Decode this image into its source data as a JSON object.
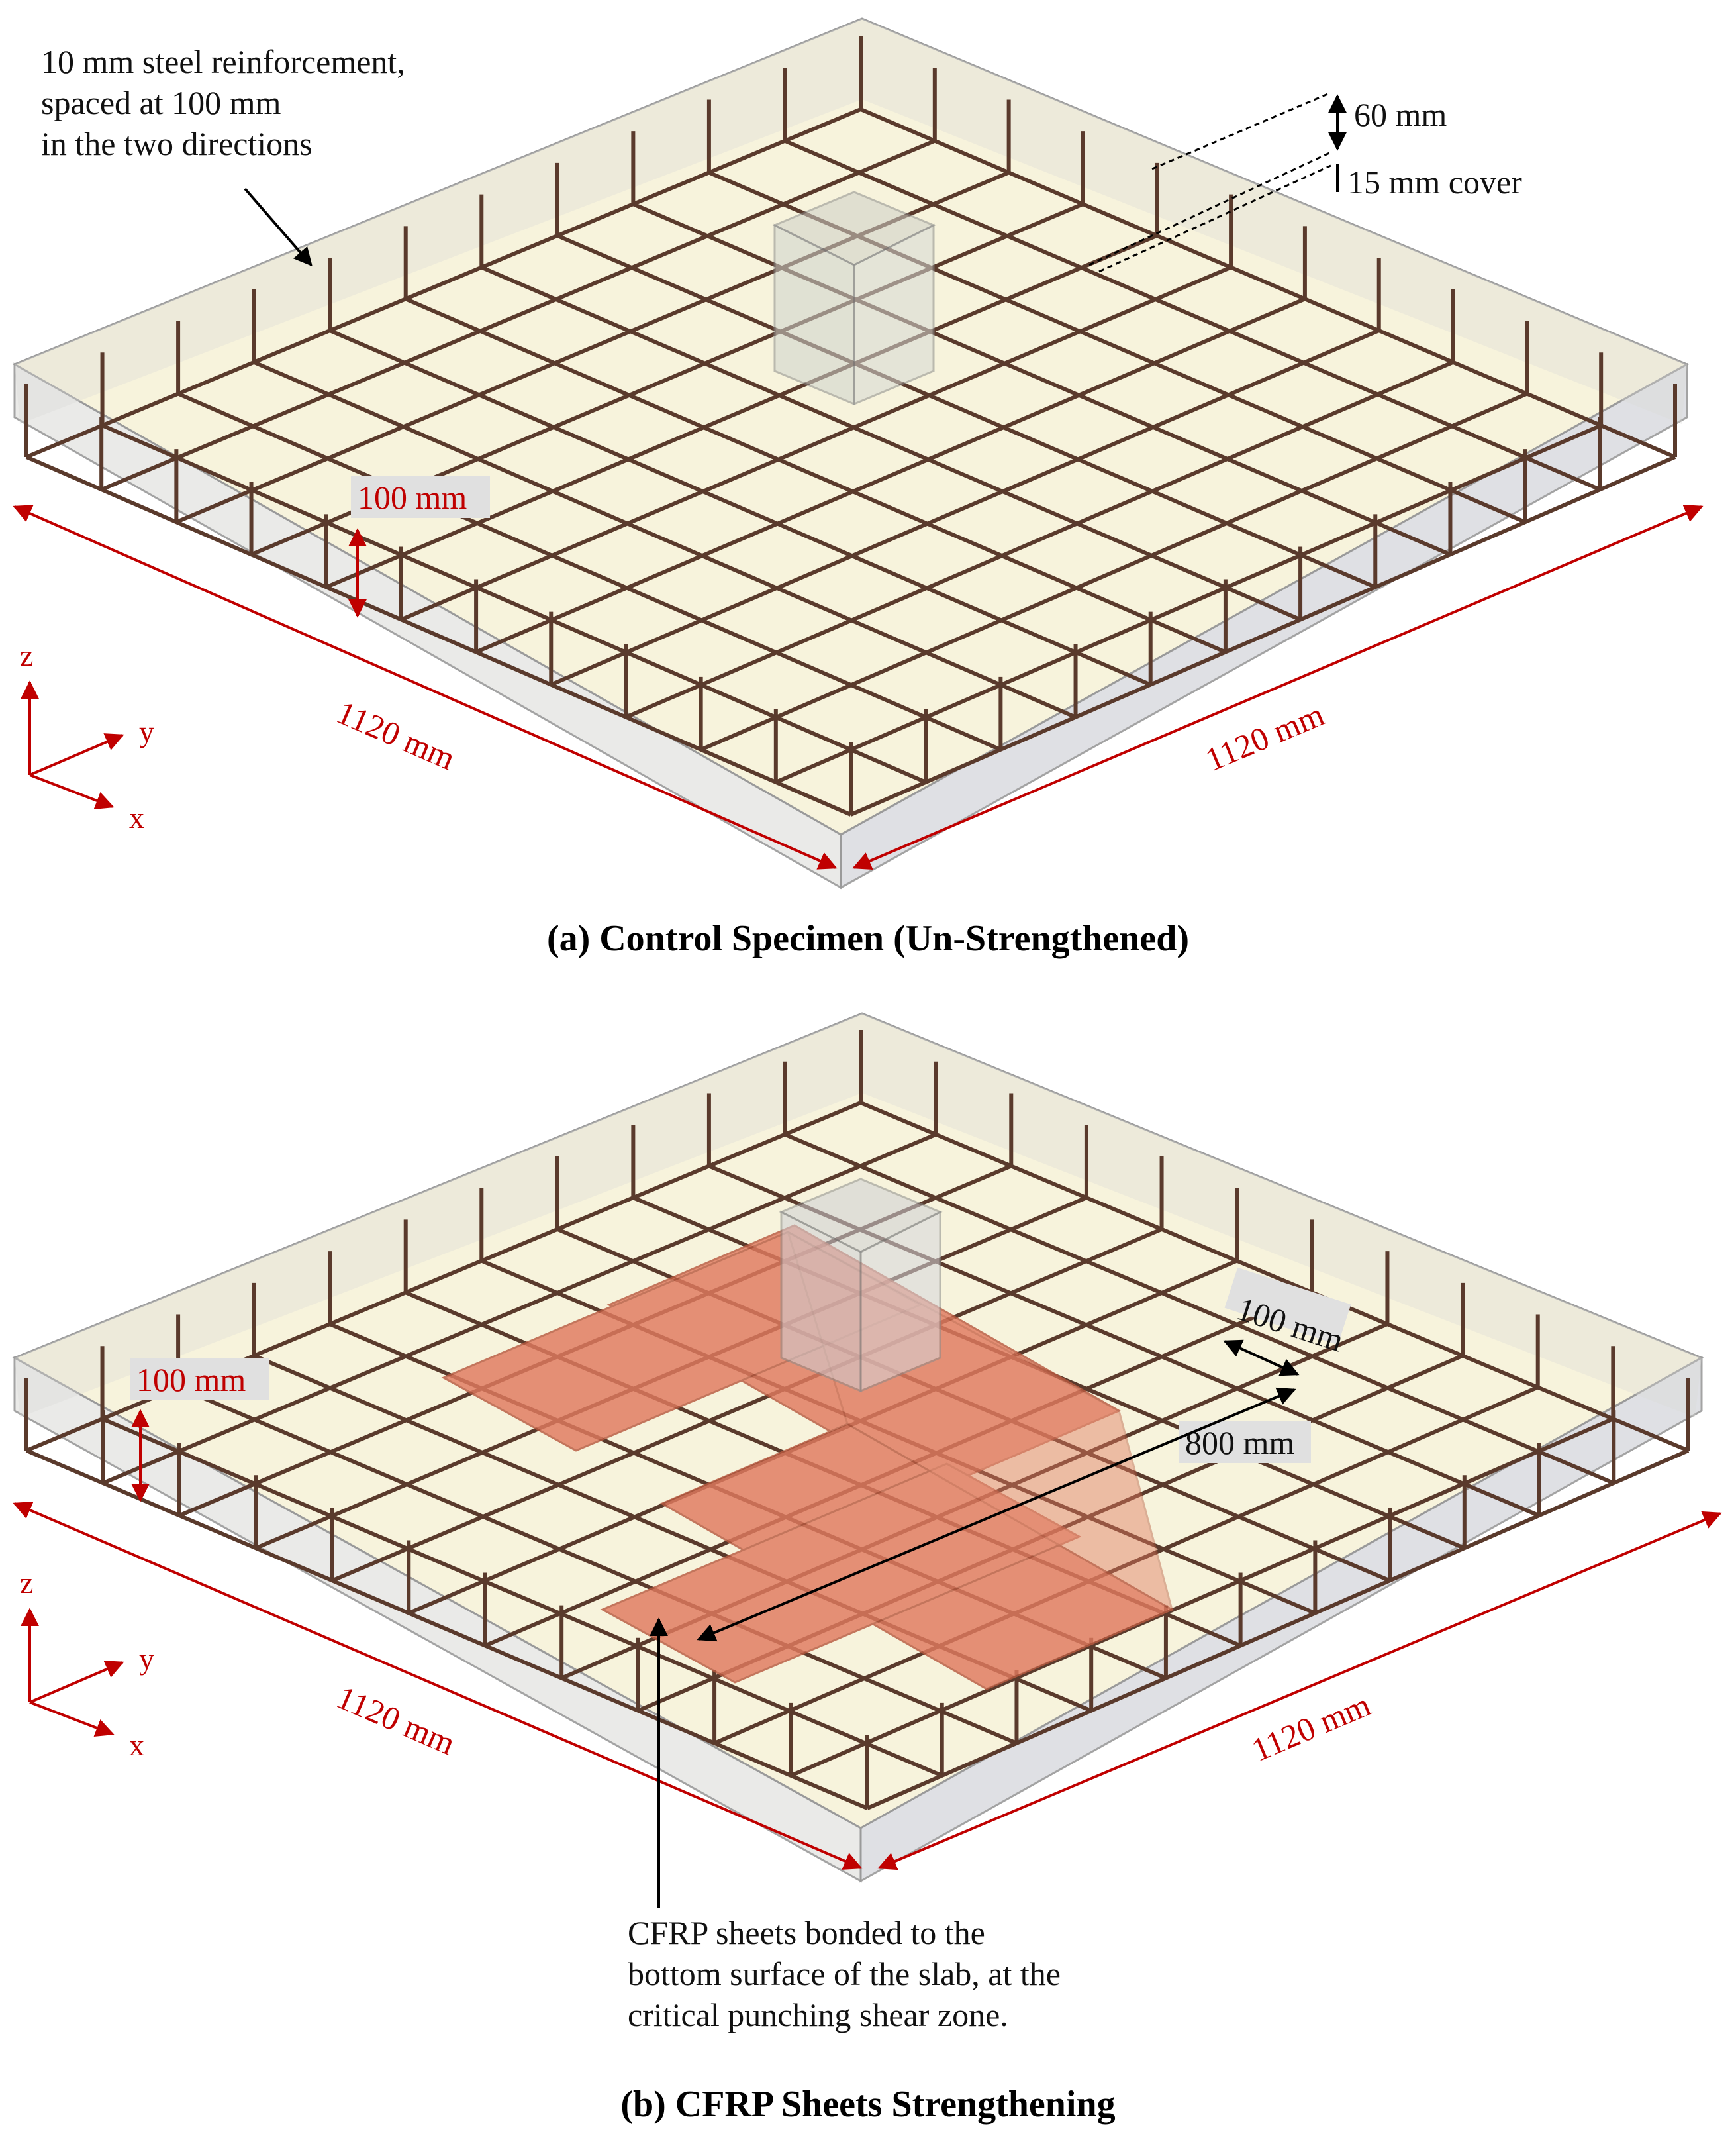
{
  "panel_a": {
    "caption": "(a) Control Specimen (Un-Strengthened)",
    "annotation_lines": [
      "10 mm steel reinforcement,",
      "spaced at 100 mm",
      "in the two directions"
    ],
    "dim_depth": "60 mm",
    "dim_cover": "15 mm cover",
    "dim_bar_height": "100 mm",
    "dim_left": "1120 mm",
    "dim_right": "1120 mm"
  },
  "panel_b": {
    "caption": "(b) CFRP Sheets Strengthening",
    "dim_bar_height": "100 mm",
    "dim_width": "100 mm",
    "dim_length": "800 mm",
    "dim_left": "1120 mm",
    "dim_right": "1120 mm",
    "note_lines": [
      "CFRP sheets bonded to the",
      "bottom surface of the slab, at the",
      "critical punching shear zone."
    ]
  },
  "axes": {
    "z": "z",
    "y": "y",
    "x": "x"
  },
  "colors": {
    "slab_fill": "#f7f3dc",
    "rebar": "#5a3a2c",
    "cfrp": "#e07a5f",
    "dimension": "#c00000"
  }
}
